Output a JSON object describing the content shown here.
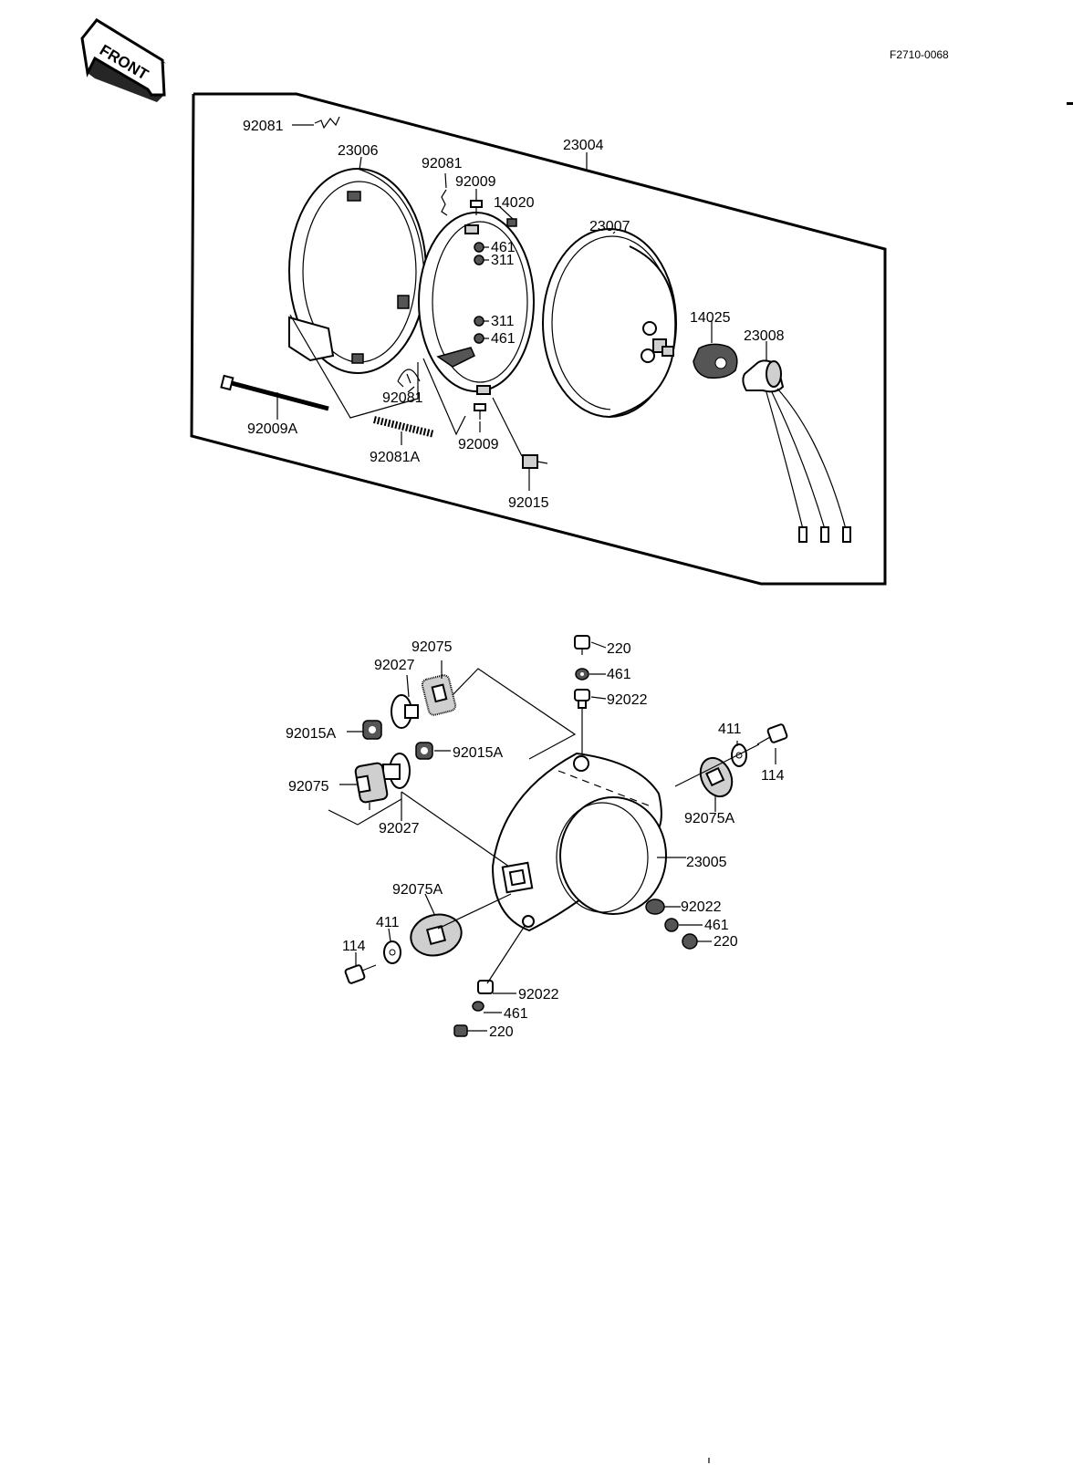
{
  "front_badge": "FRONT",
  "drawing_code": "F2710-0068",
  "callouts": {
    "c92081_top": "92081",
    "c23006": "23006",
    "c92081_mid": "92081",
    "c92009_top": "92009",
    "c14020": "14020",
    "c23004": "23004",
    "c23007": "23007",
    "c461_a": "461",
    "c311_a": "311",
    "c311_b": "311",
    "c461_b": "461",
    "c14025": "14025",
    "c23008": "23008",
    "c92081_low": "92081",
    "c92009A": "92009A",
    "c92081A": "92081A",
    "c92009_low": "92009",
    "c92015": "92015",
    "c92075_top": "92075",
    "c92027_top": "92027",
    "c92015A_left": "92015A",
    "c92015A_right": "92015A",
    "c92075_left": "92075",
    "c92027_low": "92027",
    "c220_top": "220",
    "c461_top": "461",
    "c92022_top": "92022",
    "c411_right": "411",
    "c114_right": "114",
    "c92075A_right": "92075A",
    "c23005": "23005",
    "c92075A_left": "92075A",
    "c411_left": "411",
    "c114_left": "114",
    "c92022_right": "92022",
    "c461_right": "461",
    "c220_right": "220",
    "c92022_bottom": "92022",
    "c461_bottom": "461",
    "c220_bottom": "220"
  }
}
